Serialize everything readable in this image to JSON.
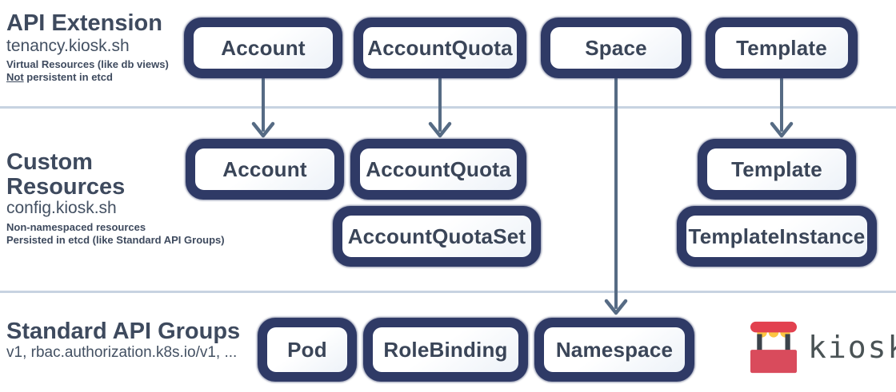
{
  "layers": {
    "api_extension": {
      "title": "API Extension",
      "api_group": "tenancy.kiosk.sh",
      "note_line1": "Virtual Resources (like db views)",
      "note_line2_underlined": "Not",
      "note_line2_rest": " persistent in etcd",
      "boxes": {
        "account": "Account",
        "account_quota": "AccountQuota",
        "space": "Space",
        "template": "Template"
      }
    },
    "custom_resources": {
      "title": "Custom Resources",
      "api_group": "config.kiosk.sh",
      "note_line1": "Non-namespaced resources",
      "note_line2": "Persisted in etcd (like Standard API Groups)",
      "boxes": {
        "account": "Account",
        "account_quota": "AccountQuota",
        "account_quota_set": "AccountQuotaSet",
        "template": "Template",
        "template_instance": "TemplateInstance"
      }
    },
    "standard_api_groups": {
      "title": "Standard API Groups",
      "api_group": "v1, rbac.authorization.k8s.io/v1, ...",
      "boxes": {
        "pod": "Pod",
        "role_binding": "RoleBinding",
        "namespace": "Namespace"
      }
    }
  },
  "logo": {
    "wordmark": "kiosk",
    "icon": "kiosk-stand-icon"
  },
  "colors": {
    "box_border": "#2f3a66",
    "box_fill_start": "#ffffff",
    "box_fill_end": "#edf2f8",
    "box_text": "#3a4558",
    "heading_text": "#3e4a5e",
    "arrow": "#566b84",
    "divider": "#c7d3e1",
    "logo_awning_red": "#e2414f",
    "logo_base_rose": "#d94b5c",
    "logo_bulb_yellow": "#fcc643",
    "logo_post_dark": "#3c434b",
    "logo_text": "#4a5355"
  }
}
